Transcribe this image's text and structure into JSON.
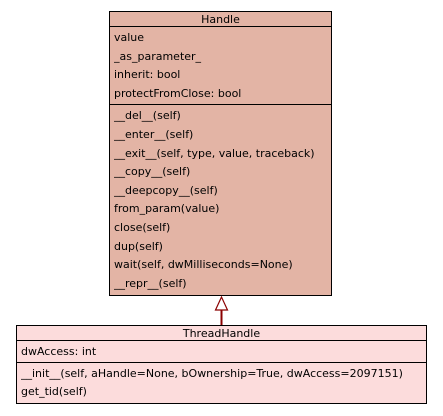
{
  "classes": [
    {
      "name": "Handle",
      "attributes": [
        "value",
        "_as_parameter_",
        "inherit: bool",
        "protectFromClose: bool"
      ],
      "methods": [
        "__del__(self)",
        "__enter__(self)",
        "__exit__(self, type, value, traceback)",
        "__copy__(self)",
        "__deepcopy__(self)",
        "from_param(value)",
        "close(self)",
        "dup(self)",
        "wait(self, dwMilliseconds=None)",
        "__repr__(self)"
      ]
    },
    {
      "name": "ThreadHandle",
      "attributes": [
        "dwAccess: int"
      ],
      "methods": [
        "__init__(self, aHandle=None, bOwnership=True, dwAccess=2097151)",
        "get_tid(self)"
      ]
    }
  ],
  "colors": {
    "handle_fill": "#e3b4a5",
    "threadhandle_fill": "#fcdcdc",
    "arrow": "#8b0000"
  }
}
